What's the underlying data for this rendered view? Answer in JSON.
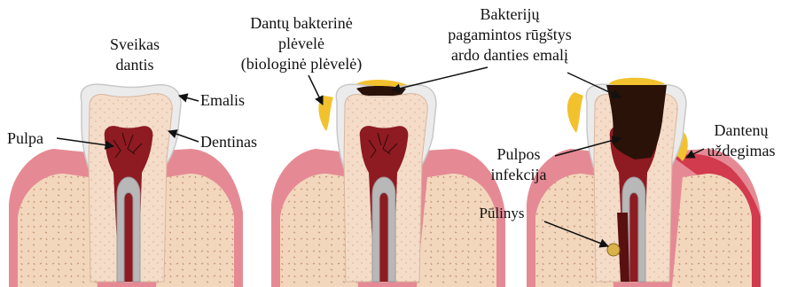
{
  "labels": {
    "healthy_line1": "Sveikas",
    "healthy_line2": "dantis",
    "enamel": "Emalis",
    "pulp": "Pulpa",
    "dentin": "Dentinas",
    "plaque_line1": "Dantų bakterinė",
    "plaque_line2": "plėvelė",
    "plaque_line3": "(biologinė plėvelė)",
    "acid_line1": "Bakterijų",
    "acid_line2": "pagamintos rūgštys",
    "acid_line3": "ardo danties emalį",
    "pulp_inf_line1": "Pulpos",
    "pulp_inf_line2": "infekcija",
    "gum_line1": "Dantenų",
    "gum_line2": "uždegimas",
    "abscess": "Pūlinys"
  },
  "colors": {
    "gum": "#e58a94",
    "gum_dark": "#c9485a",
    "bone": "#f2d7bd",
    "enamel": "#ebebeb",
    "dentin": "#f4dcc9",
    "pulp": "#8e1a22",
    "decay": "#2a1208",
    "plaque": "#f2c12e"
  }
}
